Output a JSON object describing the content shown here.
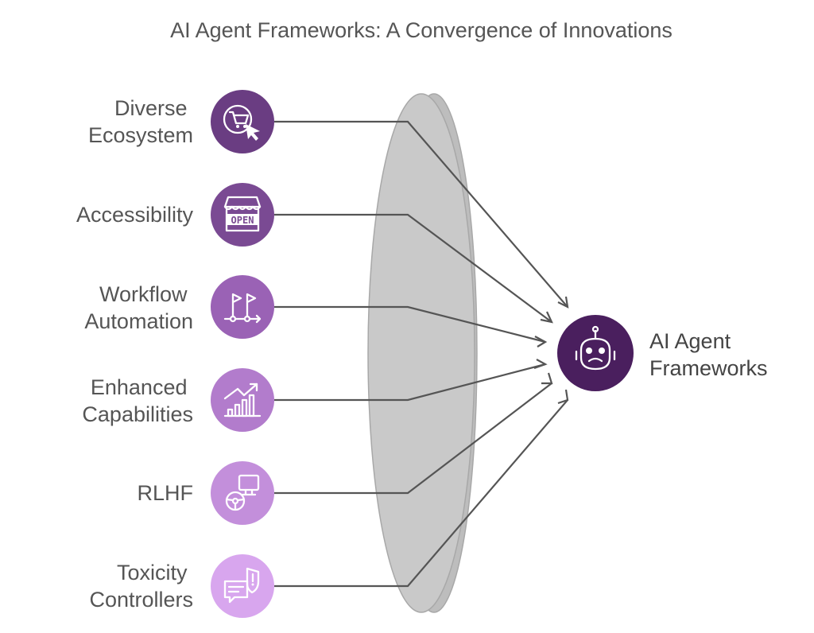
{
  "title": "AI Agent Frameworks: A Convergence of Innovations",
  "inputs": [
    {
      "label_lines": [
        "Diverse",
        "Ecosystem"
      ],
      "icon": "shopping-cart-cursor-icon",
      "color": "#6a3d82"
    },
    {
      "label_lines": [
        "Accessibility"
      ],
      "icon": "open-store-icon",
      "color": "#7a4a93"
    },
    {
      "label_lines": [
        "Workflow",
        "Automation"
      ],
      "icon": "flags-route-icon",
      "color": "#9a62b5"
    },
    {
      "label_lines": [
        "Enhanced",
        "Capabilities"
      ],
      "icon": "growth-chart-icon",
      "color": "#b27ccc"
    },
    {
      "label_lines": [
        "RLHF"
      ],
      "icon": "monitor-steering-wheel-icon",
      "color": "#c38fdb"
    },
    {
      "label_lines": [
        "Toxicity",
        "Controllers"
      ],
      "icon": "chat-shield-icon",
      "color": "#d8a6ee"
    }
  ],
  "target": {
    "label_lines": [
      "AI Agent",
      "Frameworks"
    ],
    "icon": "robot-icon",
    "color": "#4a1f5e"
  },
  "colors": {
    "lens_face": "#c9c9c9",
    "lens_rim": "#bdbdbd",
    "lens_stroke": "#a8a8a8",
    "connector": "#555555"
  }
}
